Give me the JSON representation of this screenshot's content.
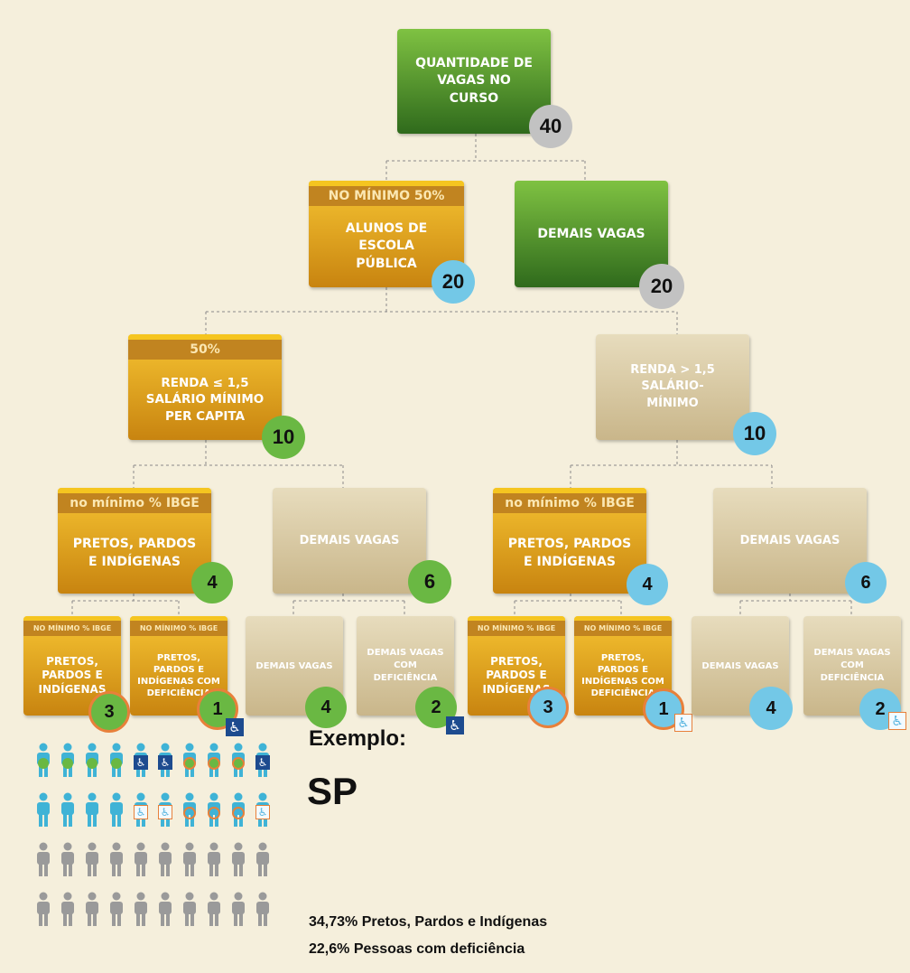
{
  "colors": {
    "green": "#4f9a2c",
    "gold": "#e0a020",
    "tan": "#d8c9a3",
    "badge_gray": "#c2c2c2",
    "badge_blue": "#73c8e7",
    "badge_green": "#6ab843",
    "ring_orange": "#e8803a",
    "people_blue": "#3fb3d6",
    "people_gray": "#9a9a9a",
    "wheelchair_blue": "#1d4b8f"
  },
  "nodes": {
    "root": {
      "label": "QUANTIDADE DE VAGAS NO CURSO",
      "value": "40"
    },
    "publica": {
      "band": "NO MÍNIMO 50%",
      "label": "ALUNOS DE ESCOLA PÚBLICA",
      "value": "20"
    },
    "demais_top": {
      "label": "DEMAIS VAGAS",
      "value": "20"
    },
    "renda_baixa": {
      "band": "50%",
      "label": "RENDA ≤ 1,5 SALÁRIO MÍNIMO PER CAPITA",
      "value": "10"
    },
    "renda_alta": {
      "label": "RENDA > 1,5 SALÁRIO-MÍNIMO",
      "value": "10"
    },
    "ppi_a": {
      "band": "no mínimo % IBGE",
      "label": "PRETOS, PARDOS E INDÍGENAS",
      "value": "4"
    },
    "demais_a": {
      "label": "DEMAIS VAGAS",
      "value": "6"
    },
    "ppi_b": {
      "band": "no mínimo % IBGE",
      "label": "PRETOS, PARDOS E INDÍGENAS",
      "value": "4"
    },
    "demais_b": {
      "label": "DEMAIS VAGAS",
      "value": "6"
    },
    "l1": {
      "band": "NO MÍNIMO % IBGE",
      "label": "PRETOS, PARDOS E INDÍGENAS",
      "value": "3"
    },
    "l2": {
      "band": "NO MÍNIMO % IBGE",
      "label": "PRETOS, PARDOS E INDÍGENAS COM DEFICIÊNCIA",
      "value": "1"
    },
    "l3": {
      "label": "DEMAIS VAGAS",
      "value": "4"
    },
    "l4": {
      "label": "DEMAIS VAGAS COM DEFICIÊNCIA",
      "value": "2"
    },
    "l5": {
      "band": "NO MÍNIMO % IBGE",
      "label": "PRETOS, PARDOS E INDÍGENAS",
      "value": "3"
    },
    "l6": {
      "band": "NO MÍNIMO % IBGE",
      "label": "PRETOS, PARDOS E INDÍGENAS COM DEFICIÊNCIA",
      "value": "1"
    },
    "l7": {
      "label": "DEMAIS VAGAS",
      "value": "4"
    },
    "l8": {
      "label": "DEMAIS VAGAS COM DEFICIÊNCIA",
      "value": "2"
    }
  },
  "wheelchair_icon": "wheelchair-icon",
  "example": {
    "heading": "Exemplo:",
    "state": "SP",
    "stat1": "34,73% Pretos, Pardos e Indígenas",
    "stat2": "22,6% Pessoas com deficiência"
  },
  "people_grid": [
    [
      "blue-green",
      "blue-green",
      "blue-green",
      "blue-green",
      "blue-wheel",
      "blue-wheel",
      "blue-ring-dark",
      "blue-ring-dark",
      "blue-ring-dark",
      "blue-wheel"
    ],
    [
      "blue",
      "blue",
      "blue",
      "blue",
      "blue-wheel-light",
      "blue-wheel-light",
      "blue-ring",
      "blue-ring",
      "blue-ring",
      "blue-wheel-light"
    ],
    [
      "gray",
      "gray",
      "gray",
      "gray",
      "gray",
      "gray",
      "gray",
      "gray",
      "gray",
      "gray"
    ],
    [
      "gray",
      "gray",
      "gray",
      "gray",
      "gray",
      "gray",
      "gray",
      "gray",
      "gray",
      "gray"
    ]
  ]
}
